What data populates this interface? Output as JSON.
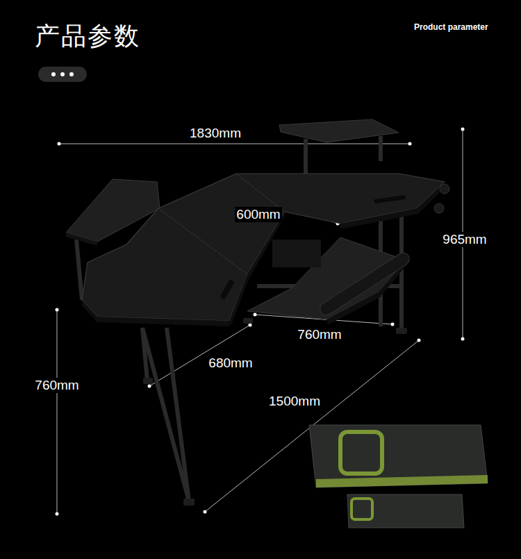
{
  "diagram": {
    "title": "产品参数",
    "labels": [
      "Product parameter",
      "1830mm",
      "600mm",
      "965mm",
      "760mm",
      "680mm",
      "760mm",
      "1500mm"
    ]
  }
}
